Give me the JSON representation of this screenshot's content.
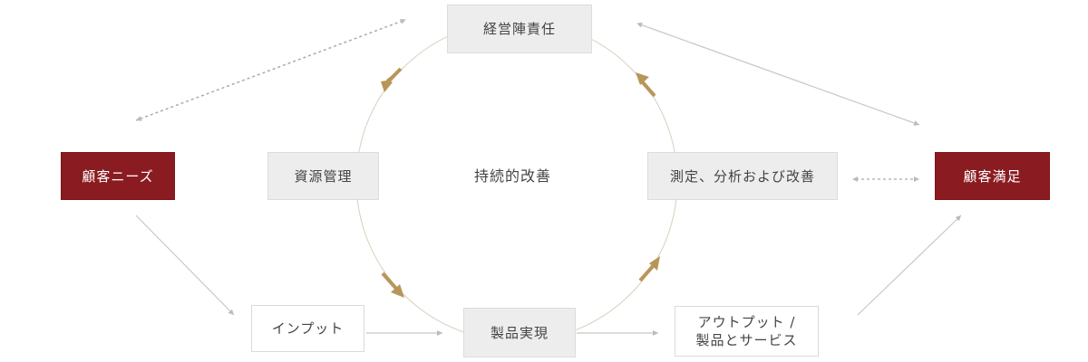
{
  "diagram": {
    "center_label": "持続的改善",
    "boxes": {
      "management": "経営陣責任",
      "resource": "資源管理",
      "measurement": "測定、分析および改善",
      "product": "製品実現",
      "customer_needs": "顧客ニーズ",
      "customer_satisfaction": "顧客満足",
      "input": "インプット",
      "output_line1": "アウトプット /",
      "output_line2": "製品とサービス"
    },
    "colors": {
      "accent_red": "#8a1c21",
      "gray_box": "#ededed",
      "cycle_arrow": "#b8965a",
      "connector": "#c8c8c8"
    }
  }
}
